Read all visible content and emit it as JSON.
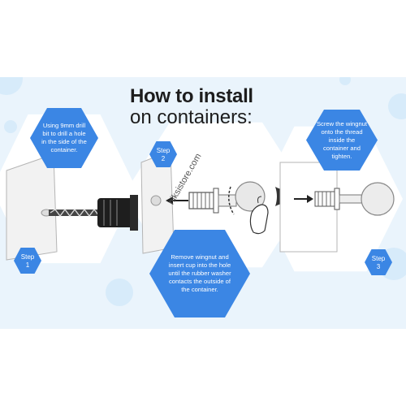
{
  "title": {
    "line1": "How to install",
    "line2": "on containers:"
  },
  "steps": [
    {
      "label": "Step\n1",
      "text": "Using 9mm drill bit to drill a hole in the side of the container."
    },
    {
      "label": "Step\n2",
      "text": "Remove wingnut and insert cup into the hole until the rubber washer contacts the outside of the container."
    },
    {
      "label": "Step\n3",
      "text": "Screw the wingnut onto the thread inside the container and tighten."
    }
  ],
  "watermark": "niksistore.com",
  "colors": {
    "accent": "#3b86e4",
    "panel": "#eaf4fc",
    "bubble": "#d7ebfa",
    "title": "#1d1d1d"
  }
}
